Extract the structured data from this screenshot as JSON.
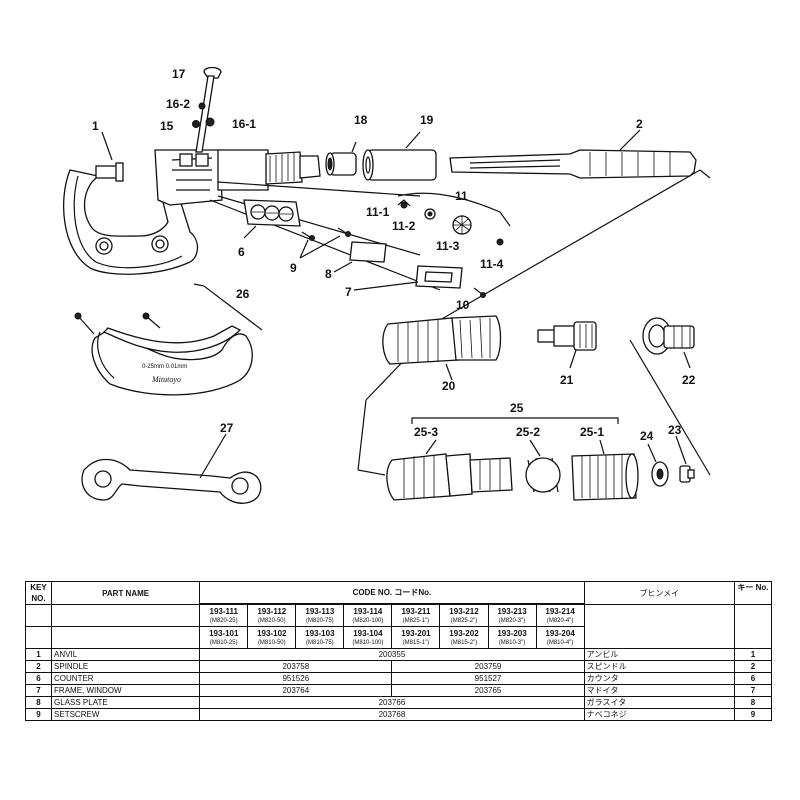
{
  "diagram": {
    "labels": {
      "p1": "1",
      "p2": "2",
      "p6": "6",
      "p7": "7",
      "p8": "8",
      "p9": "9",
      "p10": "10",
      "p11": "11",
      "p11_1": "11-1",
      "p11_2": "11-2",
      "p11_3": "11-3",
      "p11_4": "11-4",
      "p15": "15",
      "p16_1": "16-1",
      "p16_2": "16-2",
      "p17": "17",
      "p18": "18",
      "p19": "19",
      "p20": "20",
      "p21": "21",
      "p22": "22",
      "p23": "23",
      "p24": "24",
      "p25": "25",
      "p25_1": "25-1",
      "p25_2": "25-2",
      "p25_3": "25-3",
      "p26": "26",
      "p27": "27"
    },
    "case_engraving": "0-25mm 0.01mm",
    "case_brand": "Mitutoyo"
  },
  "table": {
    "headers": {
      "key_no": "KEY NO.",
      "part_name": "PART NAME",
      "code_no": "CODE NO. コードNo.",
      "kana": "ブヒンメイ",
      "key_no_jp": "キー No."
    },
    "codes_top": [
      {
        "code": "193-111",
        "model": "(M820-25)"
      },
      {
        "code": "193-112",
        "model": "(M820-50)"
      },
      {
        "code": "193-113",
        "model": "(M820-75)"
      },
      {
        "code": "193-114",
        "model": "(M820-100)"
      },
      {
        "code": "193-211",
        "model": "(M825-1\")"
      },
      {
        "code": "193-212",
        "model": "(M825-2\")"
      },
      {
        "code": "193-213",
        "model": "(M820-3\")"
      },
      {
        "code": "193-214",
        "model": "(M820-4\")"
      }
    ],
    "codes_bottom": [
      {
        "code": "193-101",
        "model": "(M810-25)"
      },
      {
        "code": "193-102",
        "model": "(M810-50)"
      },
      {
        "code": "193-103",
        "model": "(M810-75)"
      },
      {
        "code": "193-104",
        "model": "(M810-100)"
      },
      {
        "code": "193-201",
        "model": "(M815-1\")"
      },
      {
        "code": "193-202",
        "model": "(M815-2\")"
      },
      {
        "code": "193-203",
        "model": "(M810-3\")"
      },
      {
        "code": "193-204",
        "model": "(M810-4\")"
      }
    ],
    "rows": [
      {
        "key": "1",
        "name": "ANVIL",
        "codes": [
          "200355"
        ],
        "kana": "アンビル"
      },
      {
        "key": "2",
        "name": "SPINDLE",
        "codes": [
          "203758",
          "203759"
        ],
        "kana": "スピンドル"
      },
      {
        "key": "6",
        "name": "COUNTER",
        "codes": [
          "951526",
          "951527"
        ],
        "kana": "カウンタ"
      },
      {
        "key": "7",
        "name": "FRAME, WINDOW",
        "codes": [
          "203764",
          "203765"
        ],
        "kana": "マドイタ"
      },
      {
        "key": "8",
        "name": "GLASS PLATE",
        "codes": [
          "203766"
        ],
        "kana": "ガラスイタ"
      },
      {
        "key": "9",
        "name": "SETSCREW",
        "codes": [
          "203768"
        ],
        "kana": "ナベコネジ"
      }
    ]
  }
}
